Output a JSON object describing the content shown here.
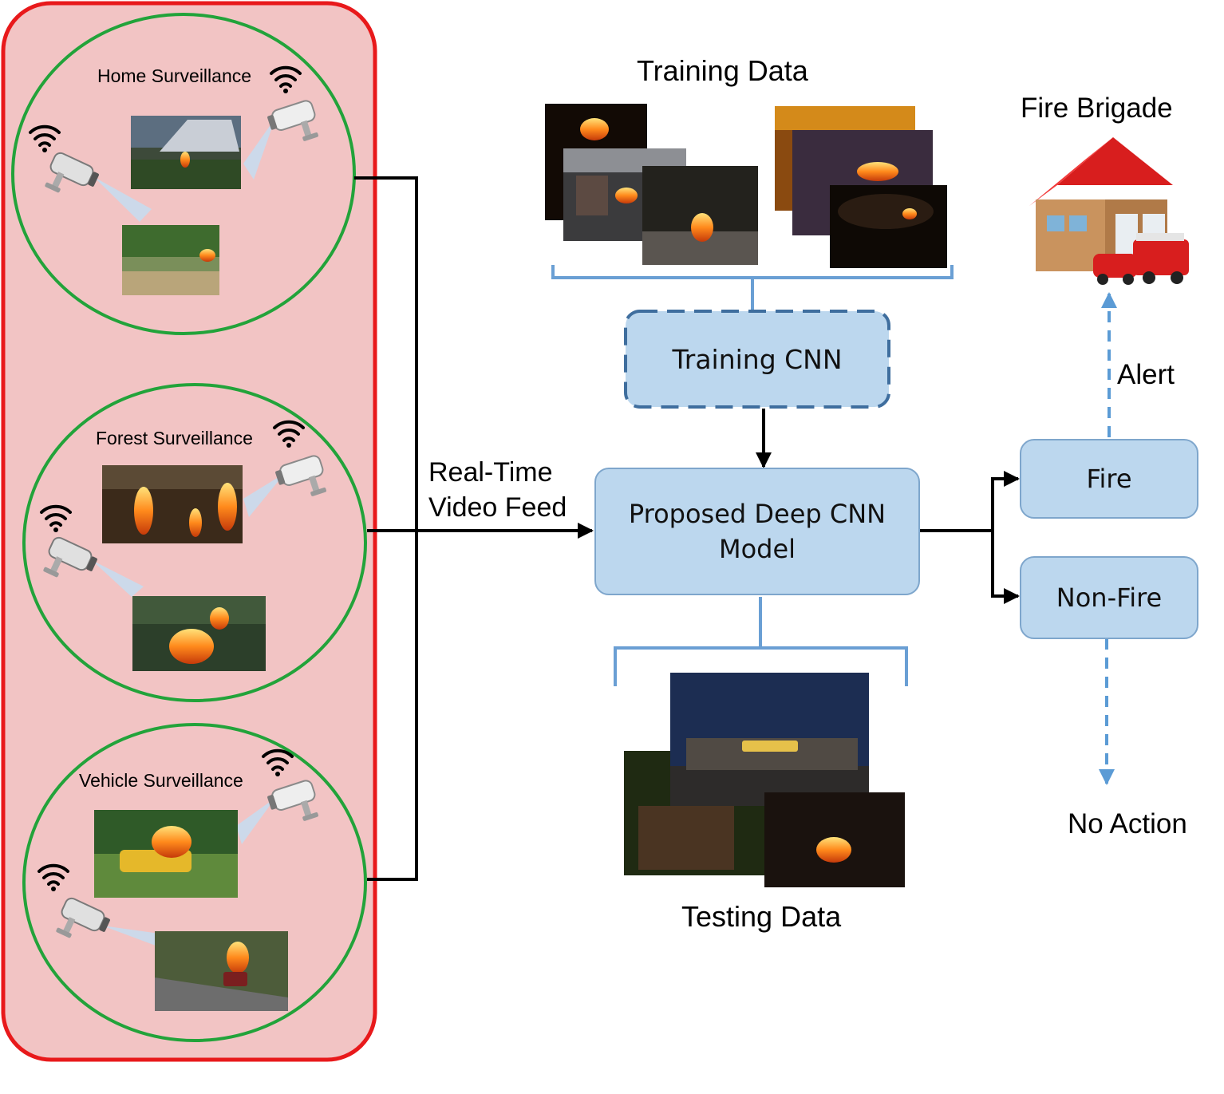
{
  "surveillance": {
    "home": {
      "label": "Home Surveillance"
    },
    "forest": {
      "label": "Forest Surveillance"
    },
    "vehicle": {
      "label": "Vehicle Surveillance"
    }
  },
  "flow": {
    "feed_line1": "Real-Time",
    "feed_line2": "Video Feed",
    "training_data": "Training Data",
    "training_cnn": "Training CNN",
    "model_line1": "Proposed Deep CNN",
    "model_line2": "Model",
    "testing_data": "Testing Data"
  },
  "outputs": {
    "fire": "Fire",
    "non_fire": "Non-Fire",
    "alert": "Alert",
    "fire_brigade": "Fire Brigade",
    "no_action": "No Action"
  },
  "colors": {
    "panel_fill": "#f2c4c4",
    "panel_border": "#e8191b",
    "circle_border": "#22a33a",
    "box_fill": "#bcd7ee",
    "box_border": "#7ea6cc",
    "bracket": "#6a9fd4",
    "dashed_arrow": "#5b9bd5"
  }
}
